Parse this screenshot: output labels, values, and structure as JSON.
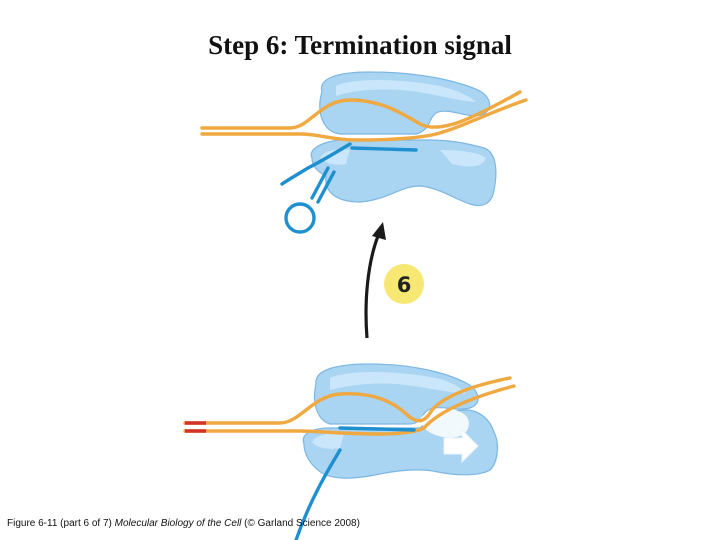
{
  "slide": {
    "title": "Step 6: Termination signal"
  },
  "diagram": {
    "step_number": "6",
    "colors": {
      "polymerase_fill": "#a9d4f2",
      "polymerase_highlight": "#c9e6fa",
      "polymerase_edge": "#7db7e2",
      "dna_strand": "#f0a840",
      "rna_strand": "#1f8fd0",
      "termination_sequence": "#d4312b",
      "badge": "#f7e873",
      "arrow": "#1a1a1a"
    },
    "icons": {
      "movement_arrow": "right-arrow-icon",
      "rna_hairpin": "hairpin-loop-icon",
      "step_transition": "curved-arrow-icon"
    }
  },
  "caption": {
    "prefix": "Figure 6-11 (part 6 of 7) ",
    "book_title": "Molecular Biology of the Cell",
    "suffix": " (© Garland Science 2008)"
  }
}
